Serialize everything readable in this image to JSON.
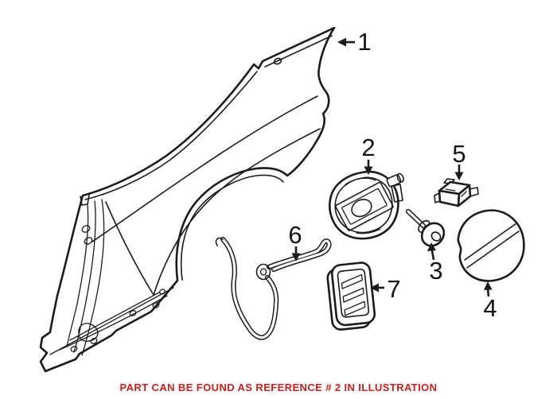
{
  "colors": {
    "background": "#ffffff",
    "line_art": "#1b1b1b",
    "callout_text": "#141414",
    "caption_red": "#c8201f"
  },
  "diagram": {
    "callouts": [
      {
        "number": "1"
      },
      {
        "number": "2"
      },
      {
        "number": "3"
      },
      {
        "number": "4"
      },
      {
        "number": "5"
      },
      {
        "number": "6"
      },
      {
        "number": "7"
      }
    ]
  },
  "caption": {
    "text": "PART CAN BE FOUND AS REFERENCE # 2 IN ILLUSTRATION"
  }
}
